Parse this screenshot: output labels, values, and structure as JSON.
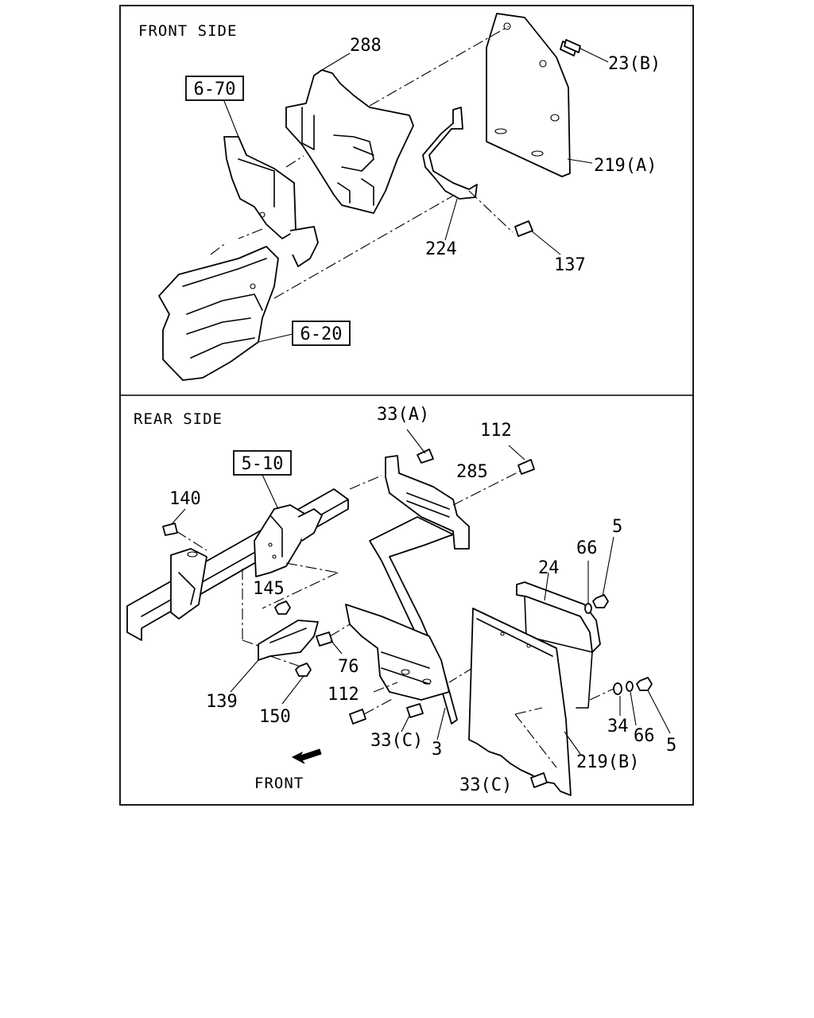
{
  "sections": {
    "front": {
      "title": "FRONT SIDE"
    },
    "rear": {
      "title": "REAR SIDE"
    }
  },
  "refs": {
    "r670": "6-70",
    "r620": "6-20",
    "r510": "5-10"
  },
  "callouts": {
    "c288": "288",
    "c23b": "23(B)",
    "c219a": "219(A)",
    "c224": "224",
    "c137": "137",
    "c33a": "33(A)",
    "c112a": "112",
    "c285": "285",
    "c140": "140",
    "c5a": "5",
    "c66a": "66",
    "c24": "24",
    "c145": "145",
    "c76": "76",
    "c139": "139",
    "c150": "150",
    "c112b": "112",
    "c33c1": "33(C)",
    "c3": "3",
    "c34": "34",
    "c66b": "66",
    "c5b": "5",
    "c219b": "219(B)",
    "c33c2": "33(C)",
    "front_arrow": "FRONT"
  },
  "icons": {
    "front_direction": "arrow-down-left-icon"
  }
}
